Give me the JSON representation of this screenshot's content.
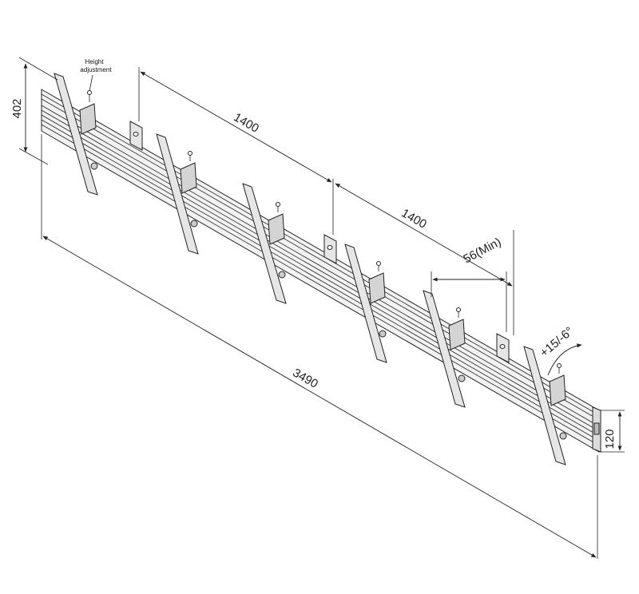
{
  "labels": {
    "height_adjustment_line1": "Height",
    "height_adjustment_line2": "adjustment",
    "rail_height": "402",
    "spacing_1": "1400",
    "spacing_2": "1400",
    "min_gap": "56(Min)",
    "total_length": "3490",
    "tilt": "+15/-6°",
    "rail_depth": "120"
  },
  "colors": {
    "line": "#222222",
    "rail_fill": "#f2f2f2",
    "bracket_fill": "#e6e6e6",
    "background": "#ffffff"
  },
  "parts": {
    "bracket_count": 6,
    "wall_plate_count": 3
  }
}
